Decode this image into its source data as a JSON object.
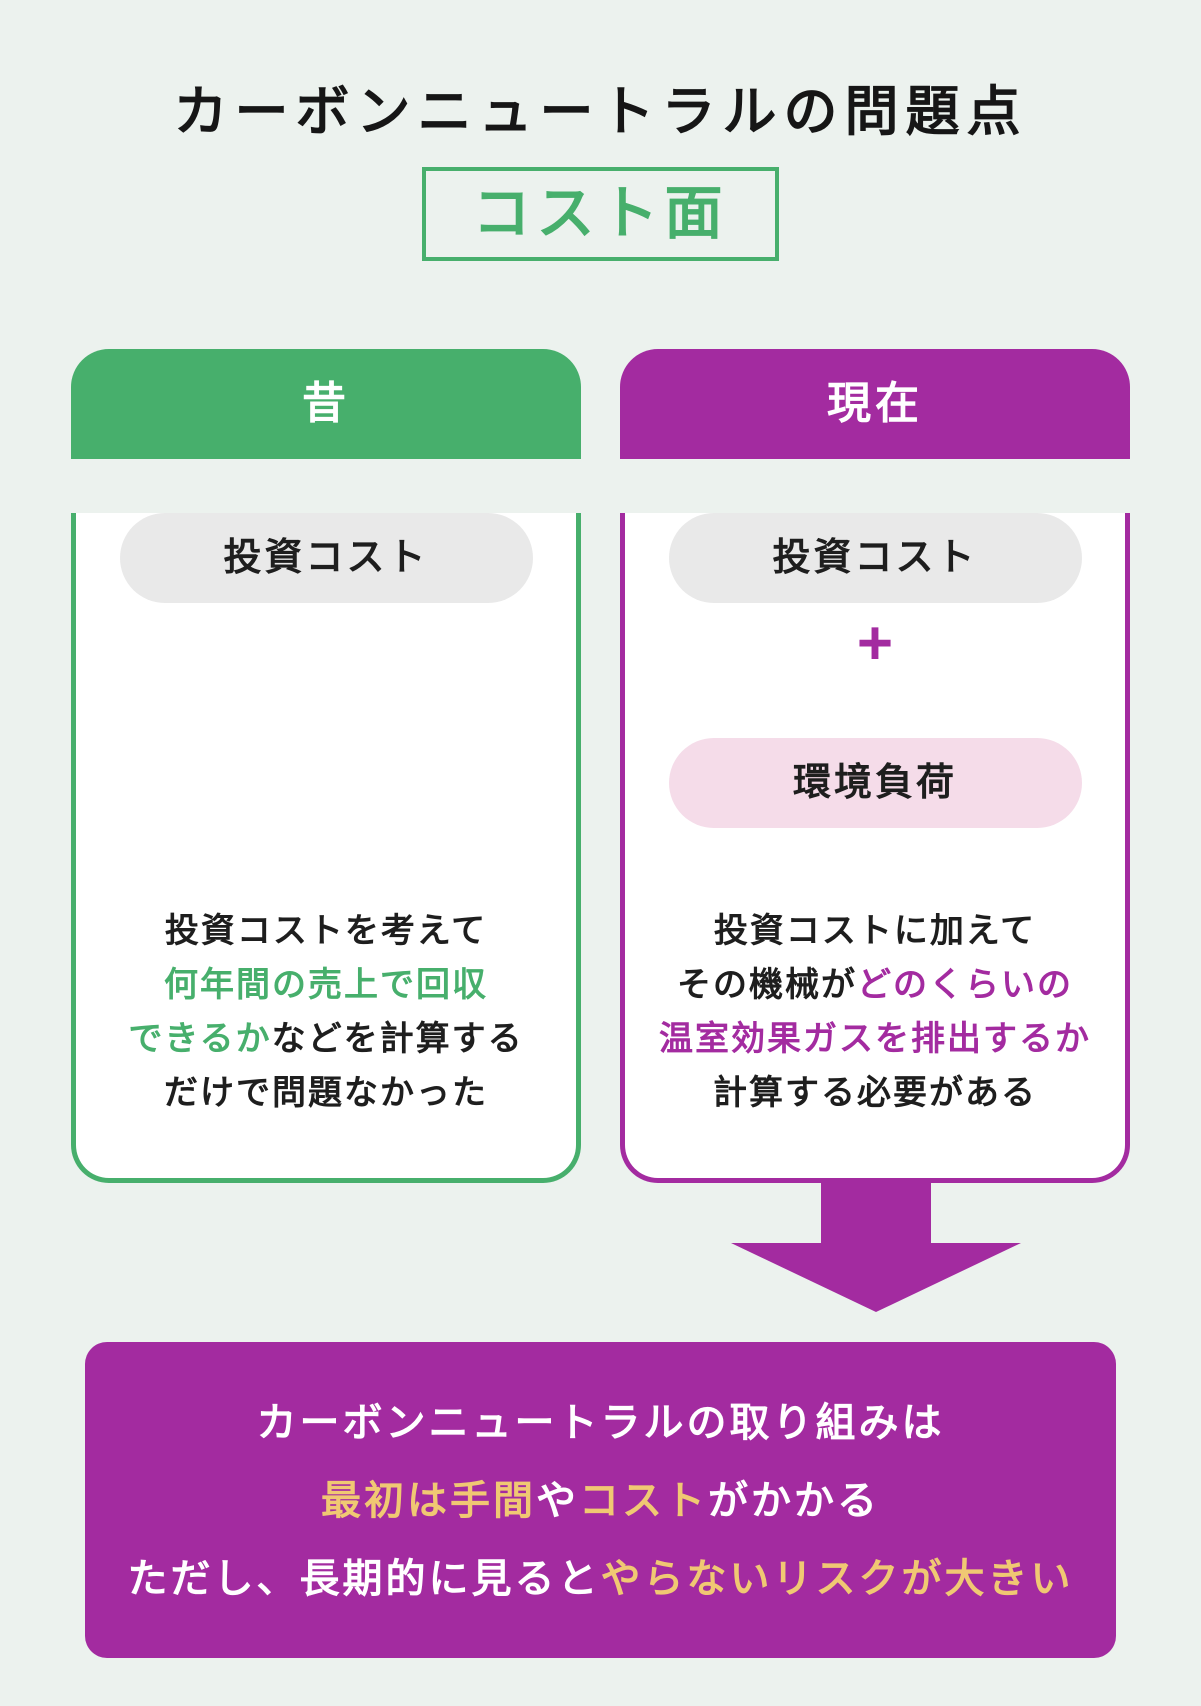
{
  "header": {
    "title": "カーボンニュートラルの問題点",
    "subtitle": "コスト面"
  },
  "colors": {
    "background": "#ECF2EE",
    "green": "#47AF6C",
    "purple": "#A32BA0",
    "pink_pill": "#F5DCE9",
    "gray_pill": "#E9E9E9",
    "yellow_highlight": "#F0C873",
    "body_text": "#1E1E1E"
  },
  "cards": {
    "past": {
      "header": "昔",
      "pill": "投資コスト",
      "description": [
        [
          {
            "text": "投資コストを考えて",
            "color": "black"
          }
        ],
        [
          {
            "text": "何年間の売上で回収",
            "color": "green"
          }
        ],
        [
          {
            "text": "できるか",
            "color": "green"
          },
          {
            "text": "などを計算する",
            "color": "black"
          }
        ],
        [
          {
            "text": "だけで問題なかった",
            "color": "black"
          }
        ]
      ]
    },
    "present": {
      "header": "現在",
      "pill1": "投資コスト",
      "plus": "+",
      "pill2": "環境負荷",
      "description": [
        [
          {
            "text": "投資コストに加えて",
            "color": "black"
          }
        ],
        [
          {
            "text": "その機械が",
            "color": "black"
          },
          {
            "text": "どのくらいの",
            "color": "purple"
          }
        ],
        [
          {
            "text": "温室効果ガスを排出するか",
            "color": "purple"
          }
        ],
        [
          {
            "text": "計算する必要がある",
            "color": "black"
          }
        ]
      ]
    }
  },
  "conclusion": {
    "lines": [
      [
        {
          "text": "カーボンニュートラルの取り組みは",
          "color": "white"
        }
      ],
      [
        {
          "text": "最初は手間",
          "color": "yellow"
        },
        {
          "text": "や",
          "color": "white"
        },
        {
          "text": "コスト",
          "color": "yellow"
        },
        {
          "text": "がかかる",
          "color": "white"
        }
      ],
      [
        {
          "text": "ただし、長期的に見ると",
          "color": "white"
        },
        {
          "text": "やらないリスクが大きい",
          "color": "yellow"
        }
      ]
    ]
  }
}
